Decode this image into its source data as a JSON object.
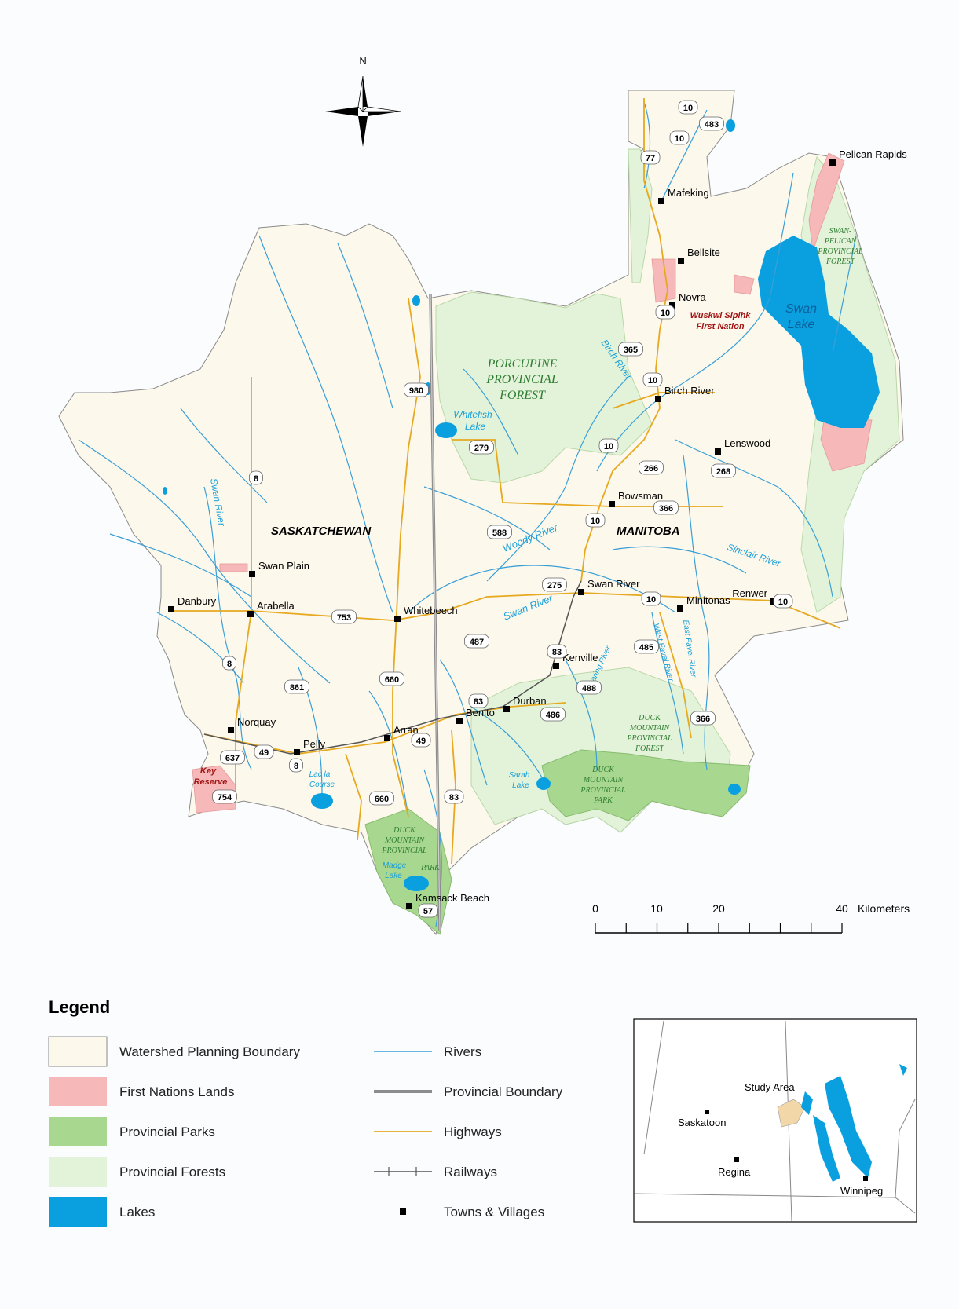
{
  "compass": {
    "north_label": "N"
  },
  "provinces": {
    "sask": "SASKATCHEWAN",
    "manitoba": "MANITOBA"
  },
  "towns": [
    {
      "name": "Pelican Rapids"
    },
    {
      "name": "Mafeking"
    },
    {
      "name": "Bellsite"
    },
    {
      "name": "Novra"
    },
    {
      "name": "Birch River"
    },
    {
      "name": "Lenswood"
    },
    {
      "name": "Bowsman"
    },
    {
      "name": "Swan River"
    },
    {
      "name": "Minitonas"
    },
    {
      "name": "Renwer"
    },
    {
      "name": "Kenville"
    },
    {
      "name": "Durban"
    },
    {
      "name": "Benito"
    },
    {
      "name": "Arran"
    },
    {
      "name": "Pelly"
    },
    {
      "name": "Norquay"
    },
    {
      "name": "Swan Plain"
    },
    {
      "name": "Arabella"
    },
    {
      "name": "Danbury"
    },
    {
      "name": "Whitebeech"
    },
    {
      "name": "Kamsack Beach"
    }
  ],
  "highways": [
    "10",
    "483",
    "77",
    "365",
    "980",
    "279",
    "266",
    "268",
    "366",
    "588",
    "275",
    "753",
    "487",
    "83",
    "485",
    "488",
    "486",
    "49",
    "861",
    "660",
    "637",
    "754",
    "57",
    "8"
  ],
  "area_labels": {
    "porcupine_forest": [
      "PORCUPINE",
      "PROVINCIAL",
      "FOREST"
    ],
    "swan_pelican_forest": [
      "SWAN-",
      "PELICAN",
      "PROVINCIAL",
      "FOREST"
    ],
    "duck_mountain_forest": [
      "DUCK",
      "MOUNTAIN",
      "PROVINCIAL",
      "FOREST"
    ],
    "duck_mountain_park_mb": [
      "DUCK",
      "MOUNTAIN",
      "PROVINCIAL",
      "PARK"
    ],
    "duck_mountain_park_sk": [
      "DUCK",
      "MOUNTAIN",
      "PROVINCIAL",
      "PARK"
    ],
    "wuskwi": [
      "Wuskwi Sipihk",
      "First Nation"
    ],
    "key_reserve": [
      "Key",
      "Reserve"
    ]
  },
  "water_labels": {
    "swan_lake": [
      "Swan",
      "Lake"
    ],
    "whitefish_lake": [
      "Whitefish",
      "Lake"
    ],
    "sarah_lake": [
      "Sarah",
      "Lake"
    ],
    "madge_lake": [
      "Madge",
      "Lake"
    ],
    "lac_la_course": [
      "Lac la",
      "Course"
    ],
    "swan_river_sk": "Swan River",
    "woody_river": "Woody River",
    "swan_river_mb": "Swan River",
    "birch_river": "Birch River",
    "sinclair_river": "Sinclair River",
    "roaring_river": "Roaring River",
    "west_favel": "West Favel River",
    "east_favel": "East Favel River"
  },
  "scale_bar": {
    "ticks": [
      "0",
      "10",
      "20",
      "40"
    ],
    "unit": "Kilometers"
  },
  "legend": {
    "title": "Legend",
    "items": [
      {
        "label": "Watershed Planning Boundary"
      },
      {
        "label": "First Nations Lands"
      },
      {
        "label": "Provincial Parks"
      },
      {
        "label": "Provincial Forests"
      },
      {
        "label": "Lakes"
      },
      {
        "label": "Rivers"
      },
      {
        "label": "Provincial Boundary"
      },
      {
        "label": "Highways"
      },
      {
        "label": "Railways"
      },
      {
        "label": "Towns & Villages"
      }
    ]
  },
  "inset": {
    "title": "Study Area",
    "cities": [
      "Saskatoon",
      "Regina",
      "Winnipeg"
    ]
  },
  "colors": {
    "watershed": "#fdf8ec",
    "first_nations": "#f6b8b8",
    "parks": "#a8d890",
    "forests": "#e3f3d9",
    "lakes": "#0aa0e0",
    "rivers": "#3a9fd6",
    "highways": "#e6a920",
    "provincial_boundary": "#8c8c8c"
  }
}
